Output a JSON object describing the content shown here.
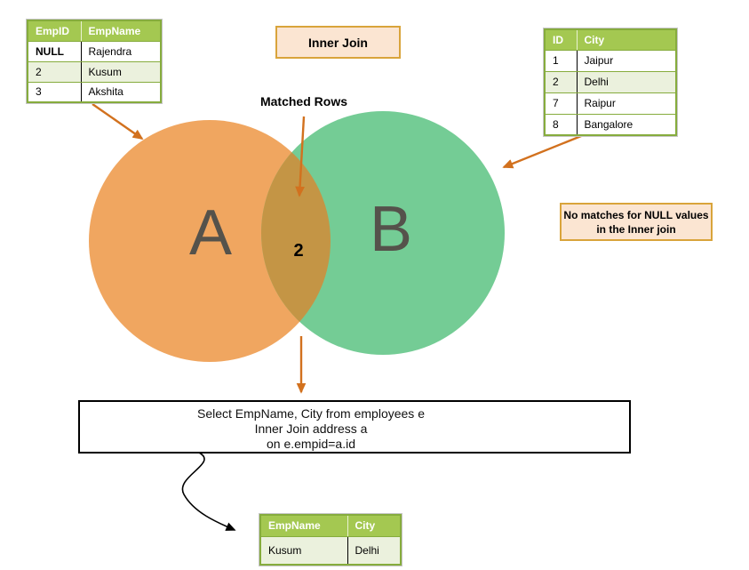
{
  "title_box": {
    "label": "Inner Join"
  },
  "left_table": {
    "headers": [
      "EmpID",
      "EmpName"
    ],
    "rows": [
      [
        "NULL",
        "Rajendra"
      ],
      [
        "2",
        "Kusum"
      ],
      [
        "3",
        "Akshita"
      ]
    ]
  },
  "right_table": {
    "headers": [
      "ID",
      "City"
    ],
    "rows": [
      [
        "1",
        "Jaipur"
      ],
      [
        "2",
        "Delhi"
      ],
      [
        "7",
        "Raipur"
      ],
      [
        "8",
        "Bangalore"
      ]
    ]
  },
  "venn": {
    "circle_a_label": "A",
    "circle_b_label": "B",
    "intersection_count": "2",
    "matched_rows_label": "Matched Rows"
  },
  "note_box": {
    "line1": "No matches for NULL values",
    "line2": "in the Inner join"
  },
  "sql_box": {
    "line1": "Select EmpName, City from employees e",
    "line2": "Inner Join address a",
    "line3": "on e.empid=a.id"
  },
  "result_table": {
    "headers": [
      "EmpName",
      "City"
    ],
    "rows": [
      [
        "Kusum",
        "Delhi"
      ]
    ]
  },
  "colors": {
    "table_header_green": "#a4c851",
    "table_row_alt_green": "#ebf1dd",
    "table_border_green": "#86ac3d",
    "circle_a_orange": "#f0a660",
    "circle_b_green": "#74cc95",
    "intersection_olive": "#c49545",
    "arrow_orange": "#d2711e",
    "callout_bg_peach": "#fbe5d2",
    "callout_border_gold": "#d9a43b"
  }
}
